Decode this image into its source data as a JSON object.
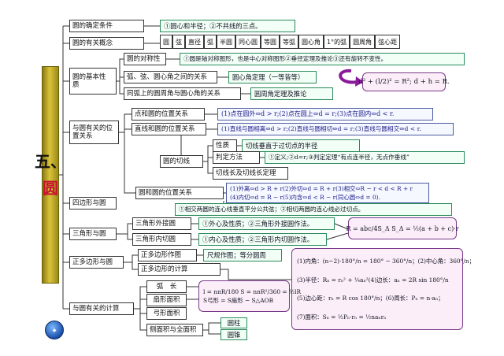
{
  "title": {
    "number": "五、",
    "name": "圆"
  },
  "categories": {
    "definition": "圆的确定条件",
    "concepts": "圆的有关概念",
    "basic_props": "圆的基本性　质",
    "position": "与圆有关的位置关系",
    "quadrilateral": "四边形与圆",
    "triangle": "三角形与圆",
    "polygon": "正多边形与圆",
    "calc": "与圆有关的计算"
  },
  "definition_note": "①圆心和半径；②不共线的三点。",
  "concepts_terms": [
    "圆",
    "弦",
    "直径",
    "弧",
    "半圆",
    "同心圆",
    "等圆",
    "等弧",
    "圆心角",
    "1°的弧",
    "圆周角",
    "弦心距"
  ],
  "basic_props": {
    "symmetry": {
      "label": "圆的对称性",
      "note": "①圆是轴对称图形，也是中心对称图形②垂径定理及推论③还有旋转不变性。"
    },
    "arc_chord": {
      "label": "弧、弦、圆心角之间的关系",
      "note": "圆心角定理（一等皆等）"
    },
    "inscribed": {
      "label": "同弧上的圆周角与圆心角的关系",
      "note": "圆周角定理及推论"
    },
    "formula": "d² + (l/2)² = R²; d + h = R."
  },
  "position": {
    "point_circle": {
      "label": "点和圆的位置关系",
      "note": "(1)点在圆外⇔d > r;(2)点在圆上⇔d = r;(3)点在圆内⇔d < r."
    },
    "line_circle": {
      "label": "直线和圆的位置关系",
      "note": "(1)直线与圆相离⇔d > r;(2)直线与圆相切⇔d = r;(3)直线与圆相交⇔d < r."
    },
    "tangent": {
      "label": "圆的切线",
      "nature": {
        "label": "性质",
        "note": "切线垂直于过切点的半径"
      },
      "judge": {
        "label": "判定方法",
        "note": "①定义;②d=r;③判定定理“有点连半径，无点作垂线”"
      },
      "length": {
        "label": "切线长及切线长定理"
      }
    },
    "circle_circle": {
      "label": "圆和圆的位置关系",
      "lines": [
        "(1)外离⇔d > R + r(2)外切⇔d = R + r(3)相交⇔R − r < d < R + r",
        "(4)内切⇔d = R − r(5)内含⇔d < R − r(同心圆⇔d = 0)."
      ],
      "note": "①相交两圆的连心线垂直平分公共弦；②相切两圆的连心线必过切点。"
    }
  },
  "triangle": {
    "circum": {
      "label": "三角形外接圆",
      "note": "①外心及性质；②三角形外接圆作法。"
    },
    "incircle": {
      "label": "三角形内切圆",
      "note": "①内心及性质；②三角形内切圆作法。"
    },
    "formula": "R = abc/4S_Δ    S_Δ = ½(a + b + c)·r"
  },
  "polygon": {
    "drawing": {
      "label": "正多边形作图",
      "note": "尺规作图；等分圆周"
    },
    "calc": {
      "label": "正多边形的计算"
    },
    "formulas": [
      "(1)内角：(n−2)·180°/n = 180° − 360°/n；(2)中心角：360°/n；",
      "(3)半径：Rₙ = rₙ² + ¼aₙ²(4)边长：aₙ = 2R sin 180°/n",
      "(5)边心距：rₙ = R cos 180°/n；(6)周长：Pₙ = n·aₙ；",
      "(7)面积：Sₙ = ½Pₙ·rₙ = ½naₙrₙ"
    ]
  },
  "calc": {
    "arc_len": "弧　长",
    "sector": "扇形面积",
    "segment": "弓形面积",
    "lateral": "侧面积与全面积",
    "formula_lines": [
      "l = nπR/180    S = nπR²/360 = ½lR",
      "S弓形 = S扇形 − S△AOB"
    ],
    "cylinder": "圆柱",
    "cone": "圆锥"
  }
}
